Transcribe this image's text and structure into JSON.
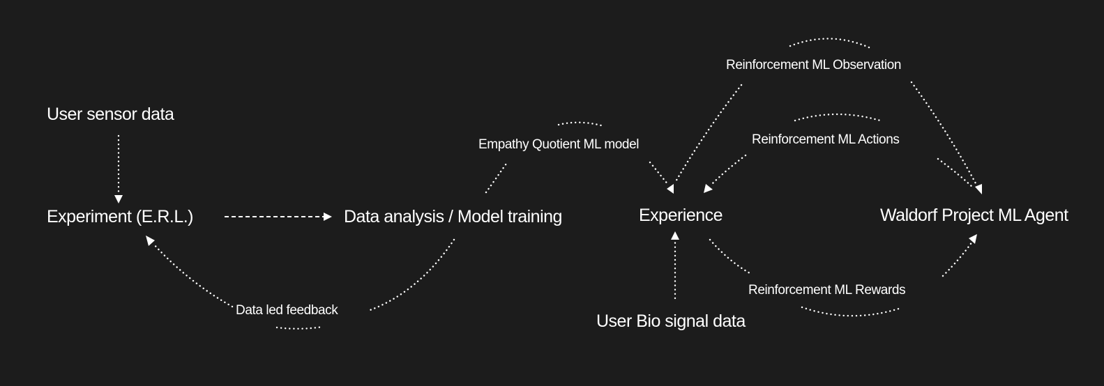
{
  "nodes": {
    "user_sensor_data": "User sensor data",
    "experiment": "Experiment (E.R.L.)",
    "data_analysis": "Data analysis / Model training",
    "experience": "Experience",
    "waldorf_agent": "Waldorf Project ML Agent",
    "user_bio_signal": "User Bio signal data"
  },
  "edge_labels": {
    "empathy_model": "Empathy Quotient ML model",
    "data_led_feedback": "Data led feedback",
    "rl_observation": "Reinforcement ML Observation",
    "rl_actions": "Reinforcement ML Actions",
    "rl_rewards": "Reinforcement ML Rewards"
  },
  "colors": {
    "background": "#1c1c1c",
    "foreground": "#ffffff"
  }
}
